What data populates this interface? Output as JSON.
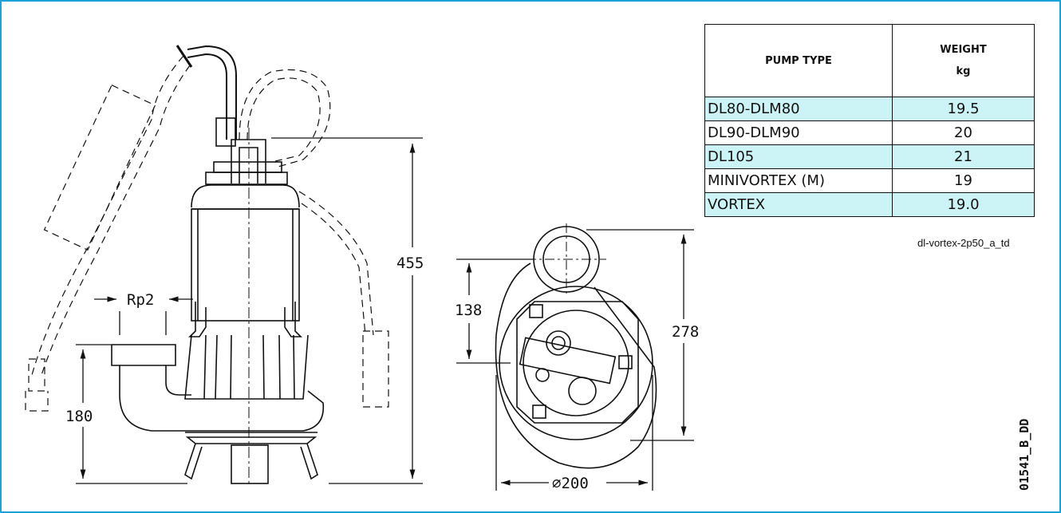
{
  "dimensions": {
    "rp2": "Rp2",
    "height_180": "180",
    "height_455": "455",
    "side_138": "138",
    "side_278": "278",
    "diameter_200": "⌀200"
  },
  "table": {
    "header_type": "PUMP TYPE",
    "header_weight": "WEIGHT",
    "header_unit": "kg",
    "rows": [
      {
        "type": "DL80-DLM80",
        "weight": "19.5"
      },
      {
        "type": "DL90-DLM90",
        "weight": "20"
      },
      {
        "type": "DL105",
        "weight": "21"
      },
      {
        "type": "MINIVORTEX (M)",
        "weight": "19"
      },
      {
        "type": "VORTEX",
        "weight": "19.0"
      }
    ]
  },
  "reference": "dl-vortex-2p50_a_td",
  "drawing_code": "01541_B_DD",
  "colors": {
    "frame": "#1aa3d9",
    "row_shade": "#ccf4f7",
    "line": "#111111"
  }
}
